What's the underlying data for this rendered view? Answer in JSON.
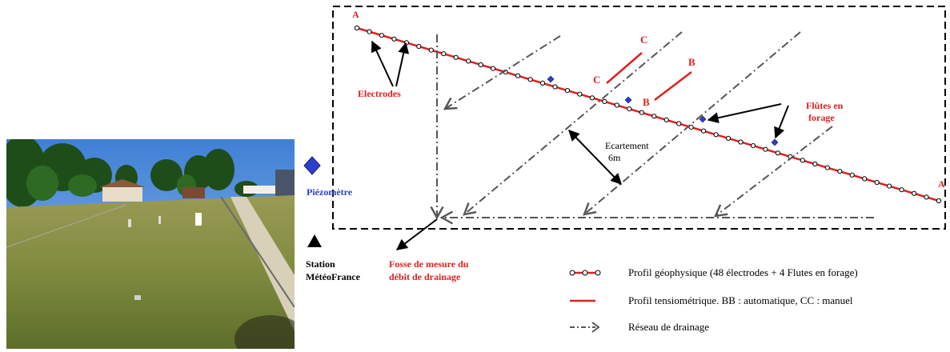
{
  "labels": {
    "endpoint_a_start": "A",
    "endpoint_a_end": "A",
    "section_c_upper": "C",
    "section_c_lower": "C",
    "section_b_upper": "B",
    "section_b_lower": "B",
    "electrodes": "Electrodes",
    "flutes_line1": "Flûtes en",
    "flutes_line2": "forage",
    "spacing_line1": "Ecartement",
    "spacing_line2": "6m",
    "piezometer": "Piézomètre",
    "station_line1": "Station",
    "station_line2": "MétéoFrance",
    "pit_line1": "Fosse de mesure du",
    "pit_line2": "débit de drainage"
  },
  "legend": {
    "geophysical": "Profil géophysique (48 électrodes + 4 Flutes en forage)",
    "tensiometric": "Profil tensiométrique. BB : automatique, CC : manuel",
    "drainage": "Réseau de drainage"
  },
  "colors": {
    "profile_red": "#e02020",
    "piezometer_blue": "#2b3fd1",
    "drain_gray": "#555555",
    "label_red": "#e02020"
  }
}
